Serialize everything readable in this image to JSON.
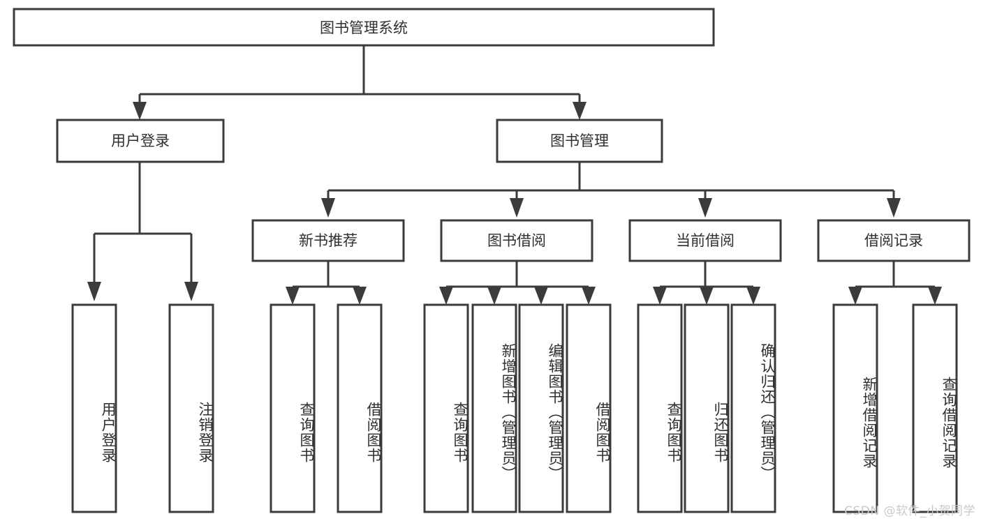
{
  "diagram": {
    "title": "图书管理系统",
    "watermark": "CSDN @软件_小贺同学",
    "stroke_color": "#3b3b3b",
    "text_color": "#2f2f2f",
    "background_color": "#ffffff",
    "type": "tree-hierarchy",
    "root": {
      "label": "图书管理系统",
      "children": [
        {
          "label": "用户登录",
          "children": [
            {
              "label": "用户登录"
            },
            {
              "label": "注销登录"
            }
          ]
        },
        {
          "label": "图书管理",
          "children": [
            {
              "label": "新书推荐",
              "children": [
                {
                  "label": "查询图书"
                },
                {
                  "label": "借阅图书"
                }
              ]
            },
            {
              "label": "图书借阅",
              "children": [
                {
                  "label": "查询图书"
                },
                {
                  "label": "新增图书（管理员）"
                },
                {
                  "label": "编辑图书（管理员）"
                },
                {
                  "label": "借阅图书"
                }
              ]
            },
            {
              "label": "当前借阅",
              "children": [
                {
                  "label": "查询图书"
                },
                {
                  "label": "归还图书"
                },
                {
                  "label": "确认归还（管理员）"
                }
              ]
            },
            {
              "label": "借阅记录",
              "children": [
                {
                  "label": "新增借阅记录"
                },
                {
                  "label": "查询借阅记录"
                }
              ]
            }
          ]
        }
      ]
    },
    "nodes": {
      "root_title": "图书管理系统",
      "l1_user_login": "用户登录",
      "l1_book_manage": "图书管理",
      "l2_new_book": "新书推荐",
      "l2_borrow": "图书借阅",
      "l2_current": "当前借阅",
      "l2_record": "借阅记录",
      "leaf_user_login": "用户登录",
      "leaf_logout": "注销登录",
      "leaf_nb_query": "查询图书",
      "leaf_nb_borrow": "借阅图书",
      "leaf_bb_query": "查询图书",
      "leaf_bb_add": "新增图书（管理员）",
      "leaf_bb_edit": "编辑图书（管理员）",
      "leaf_bb_borrow": "借阅图书",
      "leaf_cur_query": "查询图书",
      "leaf_cur_return": "归还图书",
      "leaf_cur_confirm": "确认归还（管理员）",
      "leaf_rec_add": "新增借阅记录",
      "leaf_rec_query": "查询借阅记录"
    }
  }
}
